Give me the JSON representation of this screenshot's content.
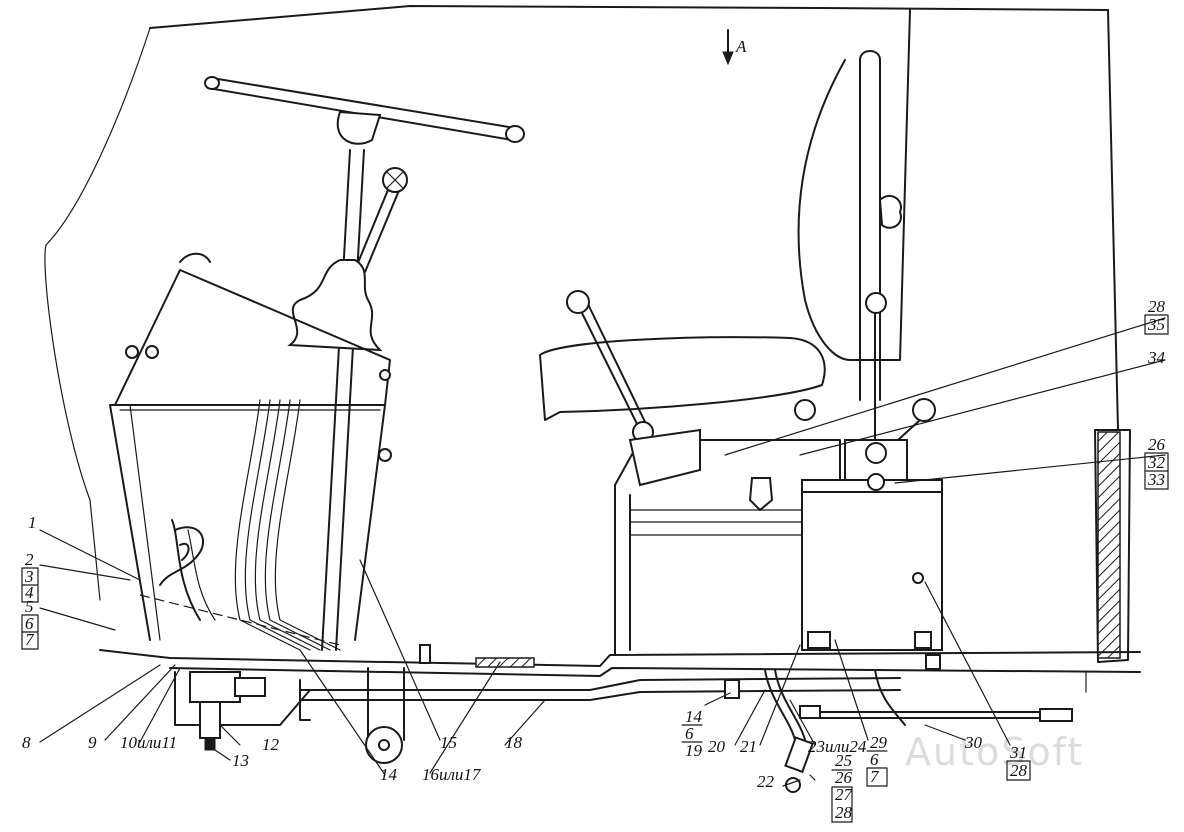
{
  "view_label": "A",
  "watermark": "AutoSoft",
  "callouts": [
    {
      "id": "c1",
      "lines": [
        "1"
      ]
    },
    {
      "id": "c2",
      "lines": [
        "2",
        "3",
        "4"
      ]
    },
    {
      "id": "c5",
      "lines": [
        "5",
        "6",
        "7"
      ]
    },
    {
      "id": "c8",
      "lines": [
        "8"
      ]
    },
    {
      "id": "c9",
      "lines": [
        "9"
      ]
    },
    {
      "id": "c10",
      "lines": [
        "10или11"
      ]
    },
    {
      "id": "c12",
      "lines": [
        "12"
      ]
    },
    {
      "id": "c13",
      "lines": [
        "13"
      ]
    },
    {
      "id": "c14a",
      "lines": [
        "14"
      ]
    },
    {
      "id": "c15",
      "lines": [
        "15"
      ]
    },
    {
      "id": "c16",
      "lines": [
        "16или17"
      ]
    },
    {
      "id": "c18",
      "lines": [
        "18"
      ]
    },
    {
      "id": "c14b",
      "lines": [
        "14",
        "6",
        "19"
      ]
    },
    {
      "id": "c20",
      "lines": [
        "20"
      ]
    },
    {
      "id": "c21",
      "lines": [
        "21"
      ]
    },
    {
      "id": "c22",
      "lines": [
        "22"
      ]
    },
    {
      "id": "c23",
      "lines": [
        "23или24"
      ]
    },
    {
      "id": "c25",
      "lines": [
        "25",
        "26",
        "27",
        "28"
      ]
    },
    {
      "id": "c29",
      "lines": [
        "29",
        "6",
        "7"
      ]
    },
    {
      "id": "c30",
      "lines": [
        "30"
      ]
    },
    {
      "id": "c31",
      "lines": [
        "31",
        "28"
      ]
    },
    {
      "id": "c28",
      "lines": [
        "28",
        "35"
      ]
    },
    {
      "id": "c34",
      "lines": [
        "34"
      ]
    },
    {
      "id": "c26",
      "lines": [
        "26",
        "32",
        "33"
      ]
    }
  ]
}
